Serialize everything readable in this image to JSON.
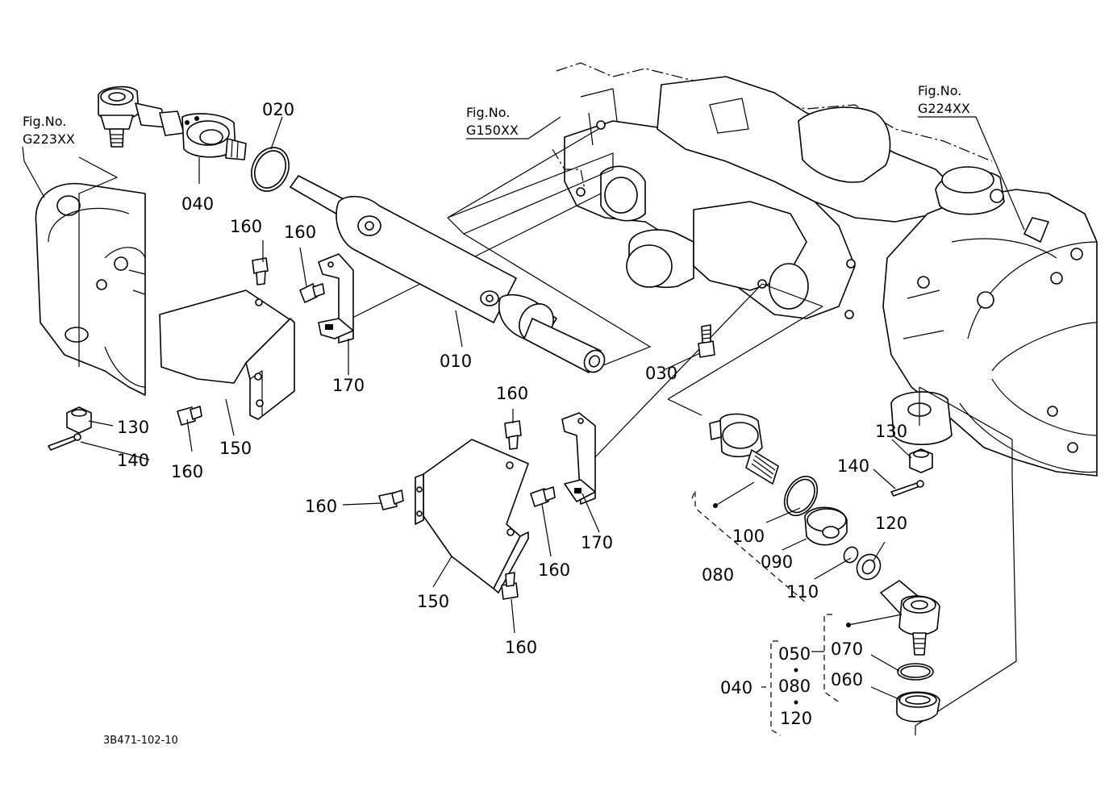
{
  "figure_refs": [
    {
      "line1": "Fig.No.",
      "line2": "G223XX"
    },
    {
      "line1": "Fig.No.",
      "line2": "G150XX"
    },
    {
      "line1": "Fig.No.",
      "line2": "G224XX"
    }
  ],
  "part_labels": {
    "p010": "010",
    "p020": "020",
    "p030": "030",
    "p040": "040",
    "p040b": "040",
    "p050": "050",
    "p060": "060",
    "p070": "070",
    "p080": "080",
    "p080b": "080",
    "p090": "090",
    "p100": "100",
    "p110": "110",
    "p120": "120",
    "p120b": "120",
    "p130a": "130",
    "p130b": "130",
    "p140a": "140",
    "p140b": "140",
    "p150a": "150",
    "p150b": "150",
    "p160a": "160",
    "p160b": "160",
    "p160c": "160",
    "p160d": "160",
    "p160e": "160",
    "p160f": "160",
    "p160g": "160",
    "p170a": "170",
    "p170b": "170"
  },
  "drawing_code": "3B471-102-10"
}
